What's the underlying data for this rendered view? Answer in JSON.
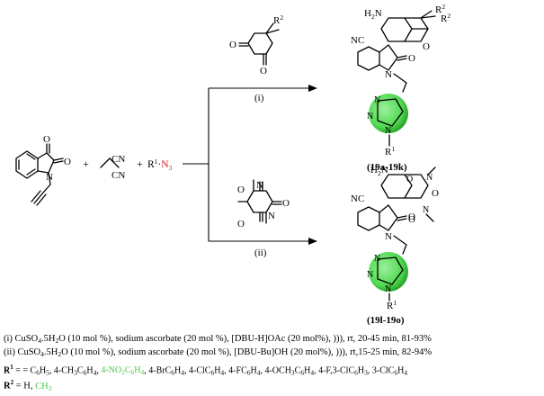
{
  "colors": {
    "nitro": "#4cc94c",
    "azide": "#e02020",
    "triazole": "#4fd84f",
    "triazole_dark": "#1f9a1f",
    "alkyne": "#2d49c8"
  },
  "reagents": {
    "cn": "CN",
    "plus": "+",
    "azide_r": "R",
    "azide_sup": "1",
    "azide_n": "N",
    "azide_sub": "3"
  },
  "atoms": {
    "o": "O",
    "n": "N",
    "r": "R",
    "sup1": "1",
    "sup2": "2",
    "nc": "NC",
    "h2n": "H",
    "h2n_sub": "2",
    "h2n_n": "N"
  },
  "steps": {
    "upper": "(i)",
    "lower": "(ii)"
  },
  "products": {
    "upper": "(19a-19k)",
    "lower": "(19l-19o)"
  },
  "conditions": {
    "line1": {
      "a": "(i) CuSO",
      "s1": "4",
      "b": ".5H",
      "s2": "2",
      "c": "O (10 mol %), sodium ascorbate (20 mol %), [DBU-H]OAc (20 mol%), ))), rt, 20-45 min, 81-93%"
    },
    "line2": {
      "a": "(ii) CuSO",
      "s1": "4",
      "b": ".5H",
      "s2": "2",
      "c": "O (10 mol %), sodium ascorbate (20 mol %), [DBU-Bu]OH (20 mol%), ))), rt,15-25 min, 82-94%"
    },
    "r1": {
      "label": "R",
      "sup": "1",
      "eq": " = = C",
      "s1": "6",
      "t1": "H",
      "s2": "5",
      "t2": ", 4-CH",
      "s3": "3",
      "t3": "C",
      "s4": "6",
      "t4": "H",
      "s5": "4",
      "t5": ", ",
      "nitro_a": "4-NO",
      "nitro_s1": "2",
      "nitro_b": "C",
      "nitro_s2": "6",
      "nitro_c": "H",
      "nitro_s3": "4",
      "t6": ", 4-BrC",
      "s6": "6",
      "t7": "H",
      "s7": "4",
      "t8": ", 4-ClC",
      "s8": "6",
      "t9": "H",
      "s9": "4",
      "t10": ", 4-FC",
      "s10": "6",
      "t11": "H",
      "s11": "4",
      "t12": ", 4-OCH",
      "s12": "3",
      "t13": "C",
      "s13": "6",
      "t14": "H",
      "s14": "4",
      "t15": ", 4-F,3-ClC",
      "s15": "6",
      "t16": "H",
      "s16": "3",
      "t17": ", 3-ClC",
      "s17": "6",
      "t18": "H",
      "s18": "4"
    },
    "r2": {
      "label": "R",
      "sup": "2",
      "eq": " = H, ",
      "ch": "CH",
      "ch_sub": "3"
    }
  }
}
